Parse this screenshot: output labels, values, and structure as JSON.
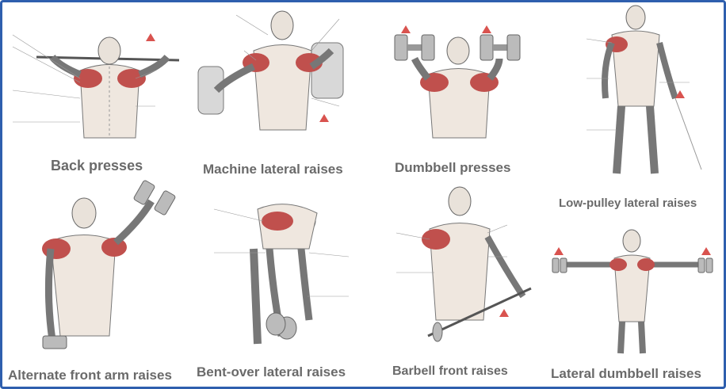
{
  "exercises": [
    {
      "name": "Back presses"
    },
    {
      "name": "Machine lateral raises"
    },
    {
      "name": "Dumbbell presses"
    },
    {
      "name": "Low-pulley lateral raises"
    },
    {
      "name": "Alternate front arm raises"
    },
    {
      "name": "Bent-over lateral raises"
    },
    {
      "name": "Barbell front raises"
    },
    {
      "name": "Lateral dumbbell raises"
    }
  ],
  "colors": {
    "frame": "#2f5fae",
    "caption": "#6a6a6a",
    "muscle": "#c0504d",
    "arrow": "#d9534f"
  }
}
